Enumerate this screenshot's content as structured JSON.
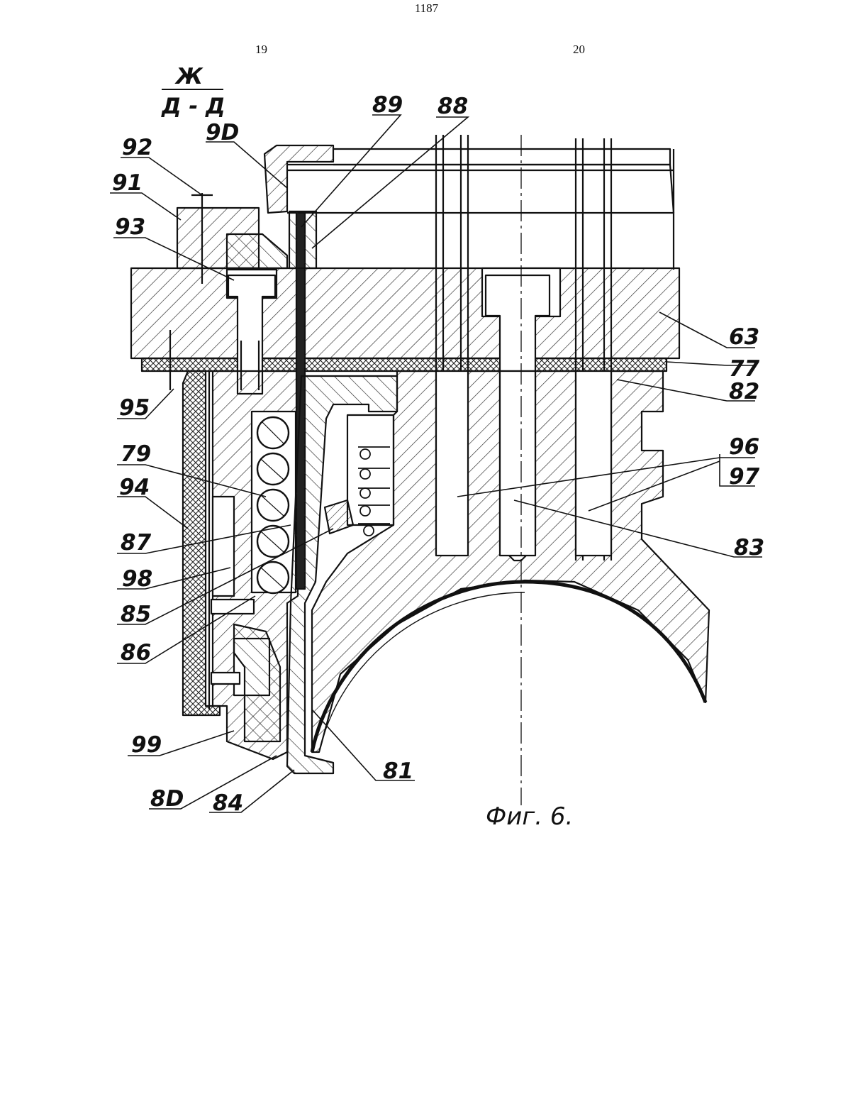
{
  "header": {
    "page_number": "1187",
    "column_left": "19",
    "column_right": "20"
  },
  "figure": {
    "section_title_top": "Ж",
    "section_title_bottom": "Д - Д",
    "caption": "Фиг. 6.",
    "labels": {
      "l89": "89",
      "l88": "88",
      "l90": "9D",
      "l92": "92",
      "l91": "91",
      "l93": "93",
      "l63": "63",
      "l77": "77",
      "l82": "82",
      "l95": "95",
      "l79": "79",
      "l96": "96",
      "l97": "97",
      "l94": "94",
      "l87": "87",
      "l83": "83",
      "l98": "98",
      "l85": "85",
      "l86": "86",
      "l99": "99",
      "l81": "81",
      "l80": "8D",
      "l84": "84"
    }
  }
}
